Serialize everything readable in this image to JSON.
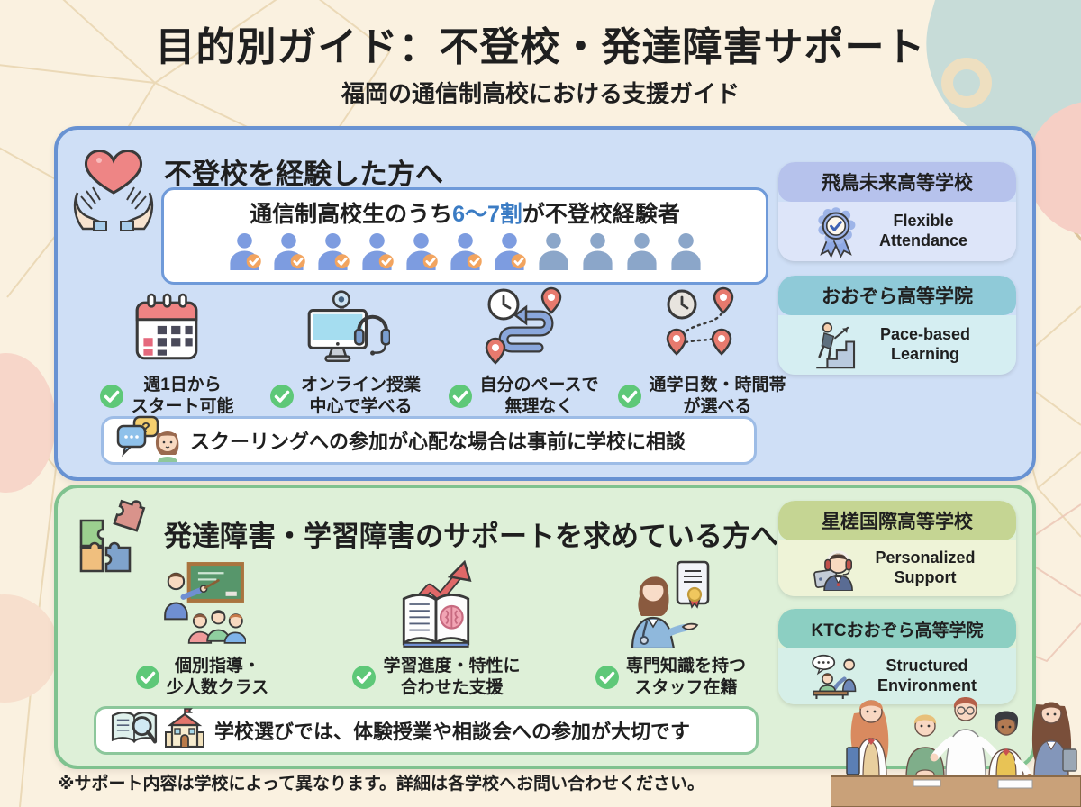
{
  "page": {
    "title": "目的別ガイド：不登校・発達障害サポート",
    "subtitle": "福岡の通信制高校における支援ガイド",
    "footer_note": "※サポート内容は学校によって異なります。詳細は各学校へお問い合わせください。"
  },
  "futoko_section": {
    "heading": "不登校を経験した方へ",
    "stat": {
      "text_prefix": "通信制高校生のうち",
      "text_highlight": "6〜7割",
      "text_suffix": "が不登校経験者",
      "people_total": 11,
      "people_checked": 7
    },
    "features": [
      {
        "icon": "calendar-icon",
        "line1": "週1日から",
        "line2": "スタート可能"
      },
      {
        "icon": "online-class-icon",
        "line1": "オンライン授業",
        "line2": "中心で学べる"
      },
      {
        "icon": "own-pace-icon",
        "line1": "自分のペースで",
        "line2": "無理なく"
      },
      {
        "icon": "schedule-choice-icon",
        "line1": "通学日数・時間帯",
        "line2": "が選べる"
      }
    ],
    "note": "スクーリングへの参加が心配な場合は事前に学校に相談",
    "schools": [
      {
        "name": "飛鳥未来高等学校",
        "tag": "Flexible Attendance",
        "header_color": "#b6c2ec",
        "body_color": "#dde5f9"
      },
      {
        "name": "おおぞら高等学院",
        "tag": "Pace-based Learning",
        "header_color": "#8fcad8",
        "body_color": "#d5eef2"
      }
    ]
  },
  "hattatsu_section": {
    "heading": "発達障害・学習障害のサポートを求めている方へ",
    "features": [
      {
        "icon": "small-class-icon",
        "line1": "個別指導・",
        "line2": "少人数クラス"
      },
      {
        "icon": "adaptive-support-icon",
        "line1": "学習進度・特性に",
        "line2": "合わせた支援"
      },
      {
        "icon": "specialist-staff-icon",
        "line1": "専門知識を持つ",
        "line2": "スタッフ在籍"
      }
    ],
    "note": "学校選びでは、体験授業や相談会への参加が大切です",
    "schools": [
      {
        "name": "星槎国際高等学校",
        "tag": "Personalized Support",
        "header_color": "#c5d593",
        "body_color": "#eef3d7"
      },
      {
        "name": "KTCおおぞら高等学院",
        "tag": "Structured Environment",
        "header_color": "#8ccfc2",
        "body_color": "#d6efe8"
      }
    ]
  },
  "colors": {
    "background": "#faf1e0",
    "mesh_line": "#e9d6b2",
    "futoko_panel_bg": "#cfdff6",
    "futoko_panel_border": "#6892d2",
    "hattatsu_panel_bg": "#def0d8",
    "hattatsu_panel_border": "#7fc28f",
    "stat_highlight": "#3b7cc4",
    "check_green": "#5ec878",
    "person_checked": "#7d9ce0",
    "person_unchecked": "#8ba6c9",
    "badge_orange": "#f2a45f"
  }
}
